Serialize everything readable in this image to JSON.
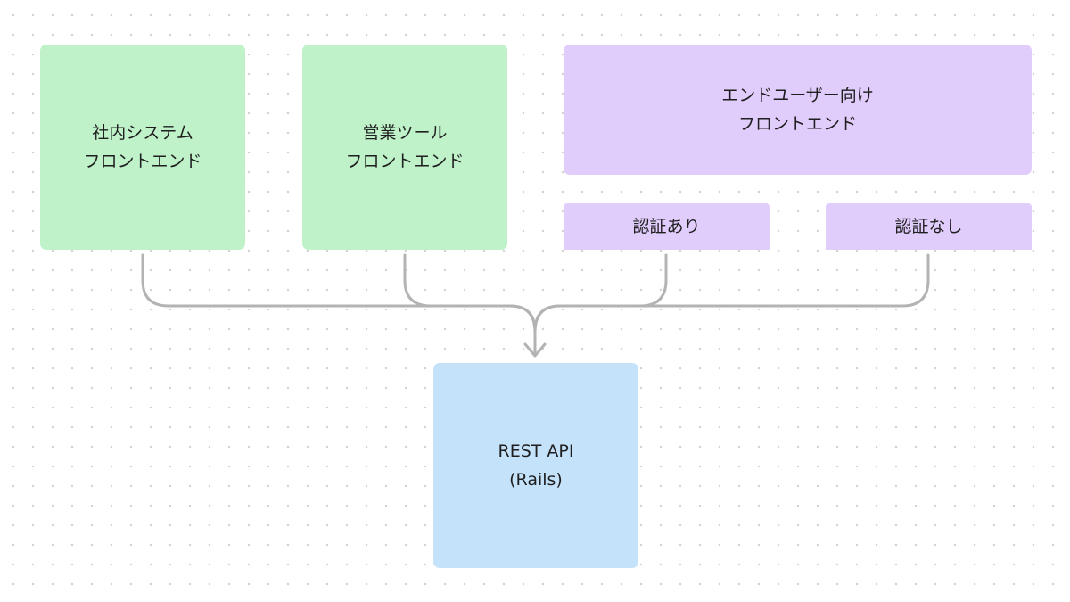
{
  "nodes": {
    "internal_system": {
      "label": "社内システム\nフロントエンド",
      "color": "#bff2c9"
    },
    "sales_tool": {
      "label": "営業ツール\nフロントエンド",
      "color": "#bff2c9"
    },
    "end_user": {
      "label": "エンドユーザー向け\nフロントエンド",
      "color": "#e1cdfb"
    },
    "auth_yes": {
      "label": "認証あり",
      "color": "#e1cdfb"
    },
    "auth_no": {
      "label": "認証なし",
      "color": "#e1cdfb"
    },
    "rest_api": {
      "label": "REST API\n(Rails)",
      "color": "#c5e2fb"
    }
  },
  "edges": [
    {
      "from": "internal_system",
      "to": "rest_api"
    },
    {
      "from": "sales_tool",
      "to": "rest_api"
    },
    {
      "from": "auth_yes",
      "to": "rest_api"
    },
    {
      "from": "auth_no",
      "to": "rest_api"
    }
  ],
  "connector_color": "#b3b3b3"
}
